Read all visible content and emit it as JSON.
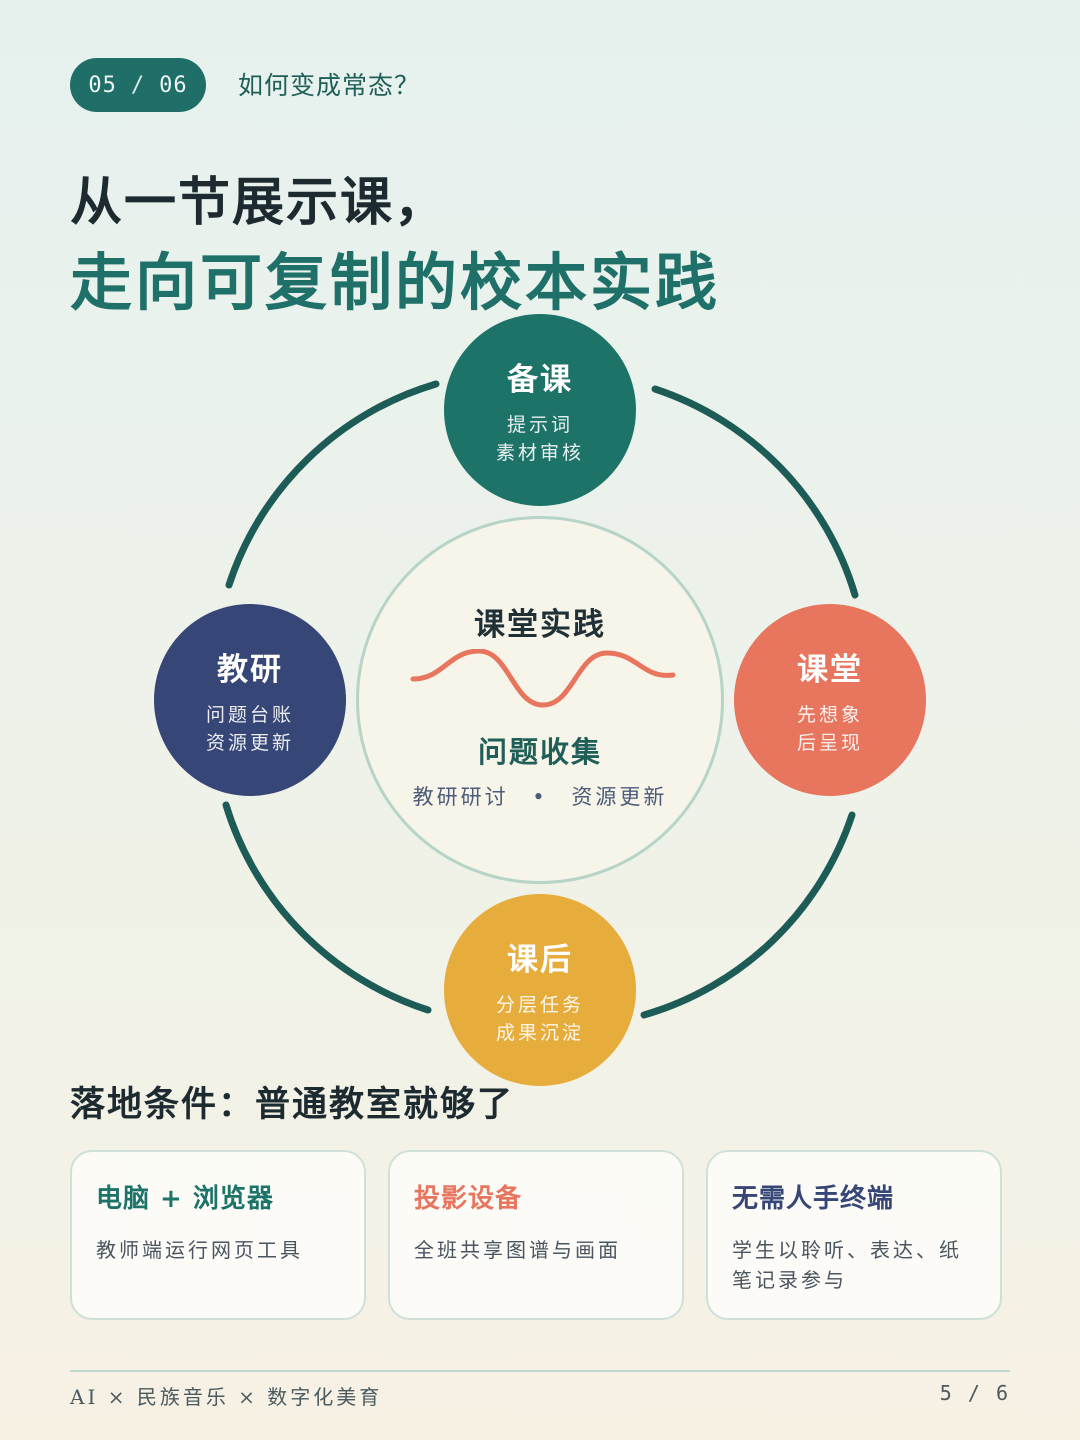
{
  "header": {
    "page_current": "05",
    "page_separator": "/",
    "page_total": "06",
    "question": "如何变成常态？"
  },
  "title": {
    "line1": "从一节展示课，",
    "line2": "走向可复制的校本实践"
  },
  "cycle": {
    "nodes": [
      {
        "title": "备课",
        "lines": [
          "提示词",
          "素材审核"
        ],
        "color": "#1e7369"
      },
      {
        "title": "课堂",
        "lines": [
          "先想象",
          "后呈现"
        ],
        "color": "#e8755e"
      },
      {
        "title": "课后",
        "lines": [
          "分层任务",
          "成果沉淀"
        ],
        "color": "#e6ad3c"
      },
      {
        "title": "教研",
        "lines": [
          "问题台账",
          "资源更新"
        ],
        "color": "#364676"
      }
    ],
    "center": {
      "title": "课堂实践",
      "subtitle": "问题收集",
      "tags": [
        "教研研讨",
        "资源更新"
      ],
      "tag_separator": "•"
    },
    "ring_color": "#1d5c56",
    "wave_color": "#e8755e"
  },
  "conditions": {
    "heading": "落地条件：普通教室就够了",
    "cards": [
      {
        "title": "电脑 + 浏览器",
        "desc": "教师端运行网页工具",
        "color": "#1e7369"
      },
      {
        "title": "投影设备",
        "desc": "全班共享图谱与画面",
        "color": "#e8755e"
      },
      {
        "title": "无需人手终端",
        "desc": "学生以聆听、表达、纸笔记录参与",
        "color": "#364676"
      }
    ]
  },
  "footer": {
    "left": "AI × 民族音乐 × 数字化美育",
    "right": "5 / 6"
  }
}
